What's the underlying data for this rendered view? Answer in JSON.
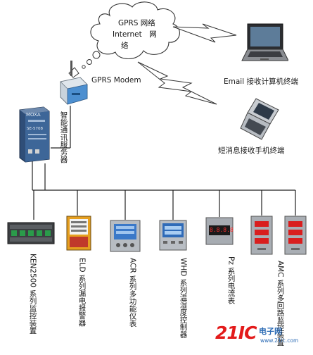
{
  "cloud": {
    "line1": "GPRS 网络",
    "line2": "Internet　网",
    "line3": "络"
  },
  "labels": {
    "gprs_modem": "GPRS Modem",
    "server": "智能通讯服务器",
    "email_terminal": "Email 接收计算机终端",
    "sms_terminal": "短消息接收手机终端",
    "moxa_brand": "MOXA",
    "moxa_model": "SE-5708"
  },
  "devices": [
    {
      "label": "KEN2500 系列监控装置"
    },
    {
      "label": "ELD 系列漏电报警器"
    },
    {
      "label": "ACR 系列多功能仪表"
    },
    {
      "label": "WHD 系列温湿度控制器"
    },
    {
      "label": "Pz 系列电流表"
    },
    {
      "label": "AMC 系列多回路监控装置"
    }
  ],
  "device_readouts": {
    "pz_display": "8.8.8.8"
  },
  "watermark": {
    "number": "21IC",
    "text": "电子网",
    "url": "www.21ic.com"
  },
  "colors": {
    "line": "#222222",
    "meter_frame": "#9aa0a6",
    "red_display": "#d91e1e",
    "lcd_blue": "#3a78c8"
  }
}
